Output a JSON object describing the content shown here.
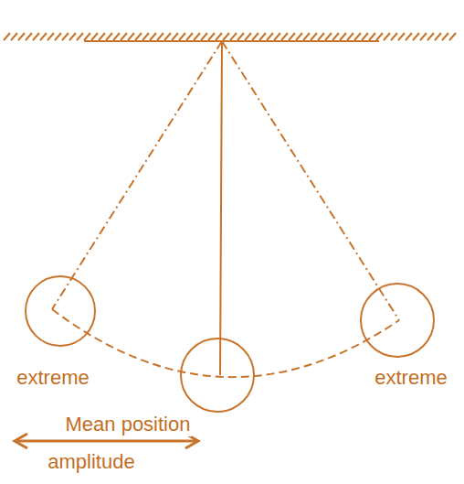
{
  "diagram": {
    "labels": [
      "extreme",
      "extreme",
      "Mean position",
      "amplitude"
    ]
  }
}
